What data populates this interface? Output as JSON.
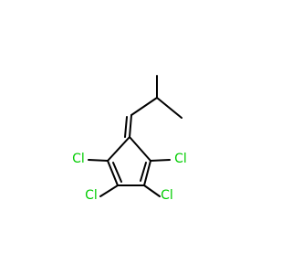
{
  "colors": {
    "background": "#ffffff",
    "bond": "#000000",
    "chlorine": "#00cc00"
  },
  "atoms": {
    "cl_upper_left": "Cl",
    "cl_upper_right": "Cl",
    "cl_lower_left": "Cl",
    "cl_lower_right": "Cl"
  }
}
